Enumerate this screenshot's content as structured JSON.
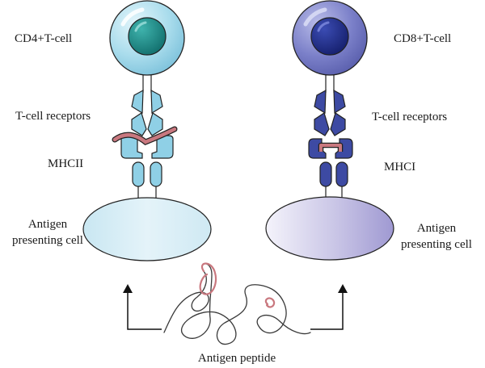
{
  "labels": {
    "cd4": "CD4+T-cell",
    "cd8": "CD8+T-cell",
    "tcr_left": "T-cell receptors",
    "tcr_right": "T-cell receptors",
    "mhc2": "MHCII",
    "mhc1": "MHCI",
    "apc_left_line1": "Antigen",
    "apc_left_line2": "presenting cell",
    "apc_right_line1": "Antigen",
    "apc_right_line2": "presenting cell",
    "peptide": "Antigen peptide"
  },
  "colors": {
    "cd4_cell": "#a9dcec",
    "cd4_nucleus": "#1e8f8c",
    "cd8_cell": "#7b80c9",
    "cd8_nucleus": "#232f8f",
    "receptor_left": "#8fd0e6",
    "receptor_right": "#3d4aa3",
    "peptide_highlight": "#c9787f",
    "apc_left": "#d6eef6",
    "apc_right": "#a8a3d6",
    "outline": "#222222"
  }
}
